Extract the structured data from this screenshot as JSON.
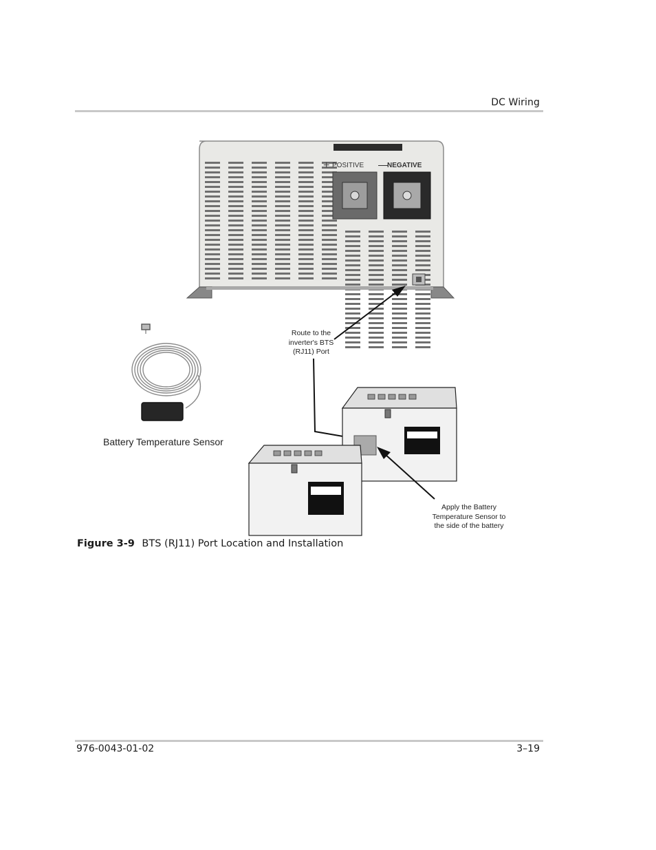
{
  "header": {
    "section": "DC Wiring"
  },
  "figure": {
    "inverter_labels": {
      "positive": "POSITIVE",
      "negative": "NEGATIVE"
    },
    "callouts": {
      "route_line1": "Route to the",
      "route_line2": "inverter's BTS",
      "route_line3": "(RJ11) Port",
      "apply_line1": "Apply the Battery",
      "apply_line2": "Temperature Sensor to",
      "apply_line3": "the side of the battery"
    },
    "sensor_label": "Battery Temperature Sensor"
  },
  "caption": {
    "number": "Figure 3-9",
    "text": "BTS (RJ11) Port Location and Installation"
  },
  "footer": {
    "doc_number": "976-0043-01-02",
    "page": "3–19"
  }
}
